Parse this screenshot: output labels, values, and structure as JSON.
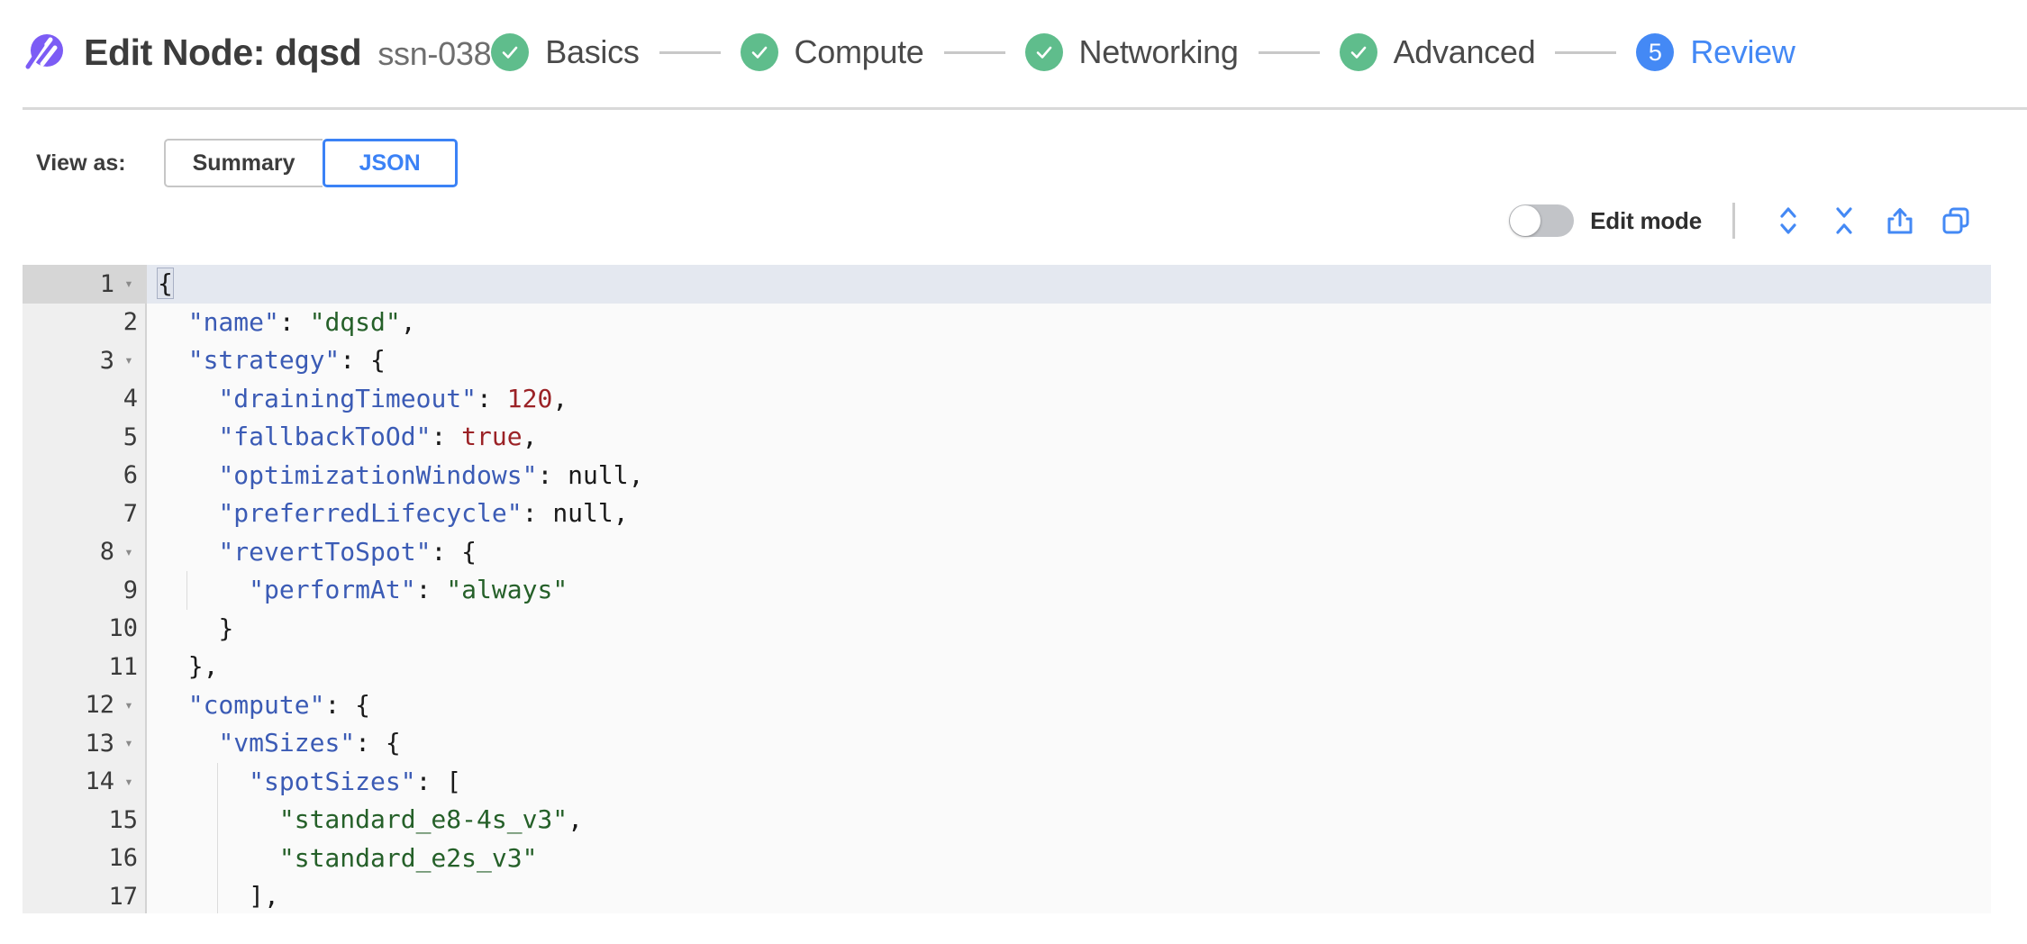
{
  "header": {
    "logo_icon": "spot-logo-icon",
    "title": "Edit Node: dqsd",
    "subtitle": "ssn-038",
    "steps": [
      {
        "badge": "check",
        "label": "Basics",
        "state": "done"
      },
      {
        "badge": "check",
        "label": "Compute",
        "state": "done"
      },
      {
        "badge": "check",
        "label": "Networking",
        "state": "done"
      },
      {
        "badge": "check",
        "label": "Advanced",
        "state": "done"
      },
      {
        "badge": "5",
        "label": "Review",
        "state": "active"
      }
    ]
  },
  "view_as": {
    "label": "View as:",
    "options": [
      {
        "label": "Summary",
        "active": false
      },
      {
        "label": "JSON",
        "active": true
      }
    ]
  },
  "editor_toolbar": {
    "edit_mode_label": "Edit mode",
    "edit_mode_on": false,
    "icons": [
      {
        "name": "expand-all-icon",
        "title": "Expand all"
      },
      {
        "name": "collapse-all-icon",
        "title": "Collapse all"
      },
      {
        "name": "export-icon",
        "title": "Export"
      },
      {
        "name": "copy-icon",
        "title": "Copy"
      }
    ]
  },
  "json_editor": {
    "active_line": 1,
    "lines": [
      {
        "n": "1",
        "fold": "open",
        "indent": 0,
        "tokens": [
          {
            "t": "punc",
            "v": "{",
            "hl": true
          }
        ]
      },
      {
        "n": "2",
        "fold": "",
        "indent": 1,
        "tokens": [
          {
            "t": "key",
            "v": "\"name\""
          },
          {
            "t": "punc",
            "v": ": "
          },
          {
            "t": "str",
            "v": "\"dqsd\""
          },
          {
            "t": "punc",
            "v": ","
          }
        ]
      },
      {
        "n": "3",
        "fold": "open",
        "indent": 1,
        "tokens": [
          {
            "t": "key",
            "v": "\"strategy\""
          },
          {
            "t": "punc",
            "v": ": {"
          }
        ]
      },
      {
        "n": "4",
        "fold": "",
        "indent": 2,
        "tokens": [
          {
            "t": "key",
            "v": "\"drainingTimeout\""
          },
          {
            "t": "punc",
            "v": ": "
          },
          {
            "t": "num",
            "v": "120"
          },
          {
            "t": "punc",
            "v": ","
          }
        ]
      },
      {
        "n": "5",
        "fold": "",
        "indent": 2,
        "tokens": [
          {
            "t": "key",
            "v": "\"fallbackToOd\""
          },
          {
            "t": "punc",
            "v": ": "
          },
          {
            "t": "bool",
            "v": "true"
          },
          {
            "t": "punc",
            "v": ","
          }
        ]
      },
      {
        "n": "6",
        "fold": "",
        "indent": 2,
        "tokens": [
          {
            "t": "key",
            "v": "\"optimizationWindows\""
          },
          {
            "t": "punc",
            "v": ": "
          },
          {
            "t": "null",
            "v": "null"
          },
          {
            "t": "punc",
            "v": ","
          }
        ]
      },
      {
        "n": "7",
        "fold": "",
        "indent": 2,
        "tokens": [
          {
            "t": "key",
            "v": "\"preferredLifecycle\""
          },
          {
            "t": "punc",
            "v": ": "
          },
          {
            "t": "null",
            "v": "null"
          },
          {
            "t": "punc",
            "v": ","
          }
        ]
      },
      {
        "n": "8",
        "fold": "open",
        "indent": 2,
        "tokens": [
          {
            "t": "key",
            "v": "\"revertToSpot\""
          },
          {
            "t": "punc",
            "v": ": {"
          }
        ]
      },
      {
        "n": "9",
        "fold": "",
        "indent": 3,
        "tokens": [
          {
            "t": "key",
            "v": "\"performAt\""
          },
          {
            "t": "punc",
            "v": ": "
          },
          {
            "t": "str",
            "v": "\"always\""
          }
        ]
      },
      {
        "n": "10",
        "fold": "",
        "indent": 2,
        "tokens": [
          {
            "t": "punc",
            "v": "}"
          }
        ]
      },
      {
        "n": "11",
        "fold": "",
        "indent": 1,
        "tokens": [
          {
            "t": "punc",
            "v": "},"
          }
        ]
      },
      {
        "n": "12",
        "fold": "open",
        "indent": 1,
        "tokens": [
          {
            "t": "key",
            "v": "\"compute\""
          },
          {
            "t": "punc",
            "v": ": {"
          }
        ]
      },
      {
        "n": "13",
        "fold": "open",
        "indent": 2,
        "tokens": [
          {
            "t": "key",
            "v": "\"vmSizes\""
          },
          {
            "t": "punc",
            "v": ": {"
          }
        ]
      },
      {
        "n": "14",
        "fold": "open",
        "indent": 3,
        "tokens": [
          {
            "t": "key",
            "v": "\"spotSizes\""
          },
          {
            "t": "punc",
            "v": ": ["
          }
        ]
      },
      {
        "n": "15",
        "fold": "",
        "indent": 4,
        "tokens": [
          {
            "t": "str",
            "v": "\"standard_e8-4s_v3\""
          },
          {
            "t": "punc",
            "v": ","
          }
        ]
      },
      {
        "n": "16",
        "fold": "",
        "indent": 4,
        "tokens": [
          {
            "t": "str",
            "v": "\"standard_e2s_v3\""
          }
        ]
      },
      {
        "n": "17",
        "fold": "",
        "indent": 3,
        "tokens": [
          {
            "t": "punc",
            "v": "],"
          }
        ]
      }
    ]
  },
  "colors": {
    "brand_purple": "#7c5cf5",
    "step_done_green": "#5fbd8c",
    "step_active_blue": "#4489f5",
    "link_blue": "#3b82f6",
    "json_key": "#3b5bb5",
    "json_string": "#256029",
    "json_number": "#9b2226",
    "editor_bg": "#fafafa",
    "active_line_bg": "#e4e8f0"
  }
}
